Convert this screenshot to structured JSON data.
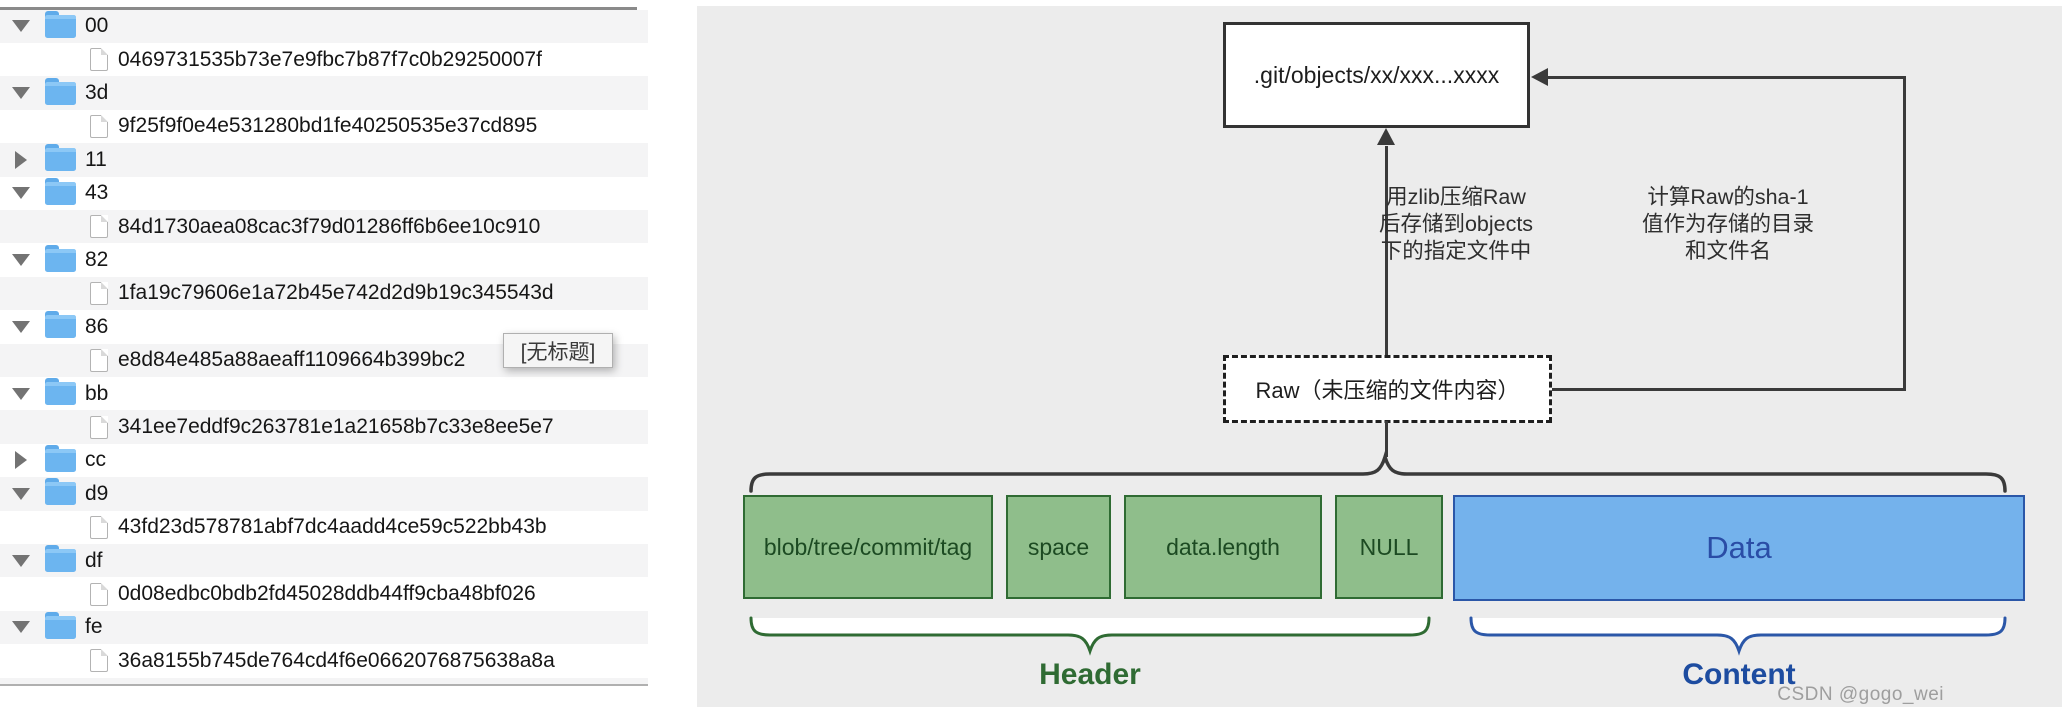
{
  "file_tree": {
    "rows": [
      {
        "kind": "folder",
        "label": "00",
        "expanded": true,
        "shade": true
      },
      {
        "kind": "file",
        "label": "0469731535b73e7e9fbc7b87f7c0b29250007f",
        "shade": false
      },
      {
        "kind": "folder",
        "label": "3d",
        "expanded": true,
        "shade": true
      },
      {
        "kind": "file",
        "label": "9f25f9f0e4e531280bd1fe40250535e37cd895",
        "shade": false
      },
      {
        "kind": "folder",
        "label": "11",
        "expanded": false,
        "shade": true
      },
      {
        "kind": "folder",
        "label": "43",
        "expanded": true,
        "shade": false
      },
      {
        "kind": "file",
        "label": "84d1730aea08cac3f79d01286ff6b6ee10c910",
        "shade": true
      },
      {
        "kind": "folder",
        "label": "82",
        "expanded": true,
        "shade": false
      },
      {
        "kind": "file",
        "label": "1fa19c79606e1a72b45e742d2d9b19c345543d",
        "shade": true
      },
      {
        "kind": "folder",
        "label": "86",
        "expanded": true,
        "shade": false
      },
      {
        "kind": "file",
        "label": "e8d84e485a88aeaff1109664b399bc2",
        "shade": true
      },
      {
        "kind": "folder",
        "label": "bb",
        "expanded": true,
        "shade": false
      },
      {
        "kind": "file",
        "label": "341ee7eddf9c263781e1a21658b7c33e8ee5e7",
        "shade": true
      },
      {
        "kind": "folder",
        "label": "cc",
        "expanded": false,
        "shade": false
      },
      {
        "kind": "folder",
        "label": "d9",
        "expanded": true,
        "shade": true
      },
      {
        "kind": "file",
        "label": "43fd23d578781abf7dc4aadd4ce59c522bb43b",
        "shade": false
      },
      {
        "kind": "folder",
        "label": "df",
        "expanded": true,
        "shade": true
      },
      {
        "kind": "file",
        "label": "0d08edbc0bdb2fd45028ddb44ff9cba48bf026",
        "shade": false
      },
      {
        "kind": "folder",
        "label": "fe",
        "expanded": true,
        "shade": true
      },
      {
        "kind": "file",
        "label": "36a8155b745de764cd4f6e0662076875638a8a",
        "shade": false
      }
    ]
  },
  "tooltip": {
    "text": "[无标题]"
  },
  "diagram": {
    "git_path_box": ".git/objects/xx/xxx...xxxx",
    "raw_box": "Raw（未压缩的文件内容）",
    "zlib_note": {
      "line1": "用zlib压缩Raw",
      "line2": "后存储到objects",
      "line3": "下的指定文件中"
    },
    "sha_note": {
      "line1": "计算Raw的sha-1",
      "line2": "值作为存储的目录",
      "line3": "和文件名"
    },
    "header_cells": [
      "blob/tree/commit/tag",
      "space",
      "data.length",
      "NULL"
    ],
    "data_cell": "Data",
    "header_label": "Header",
    "content_label": "Content",
    "colors": {
      "green_fill": "#8FBE8B",
      "green_border": "#2F6B33",
      "blue_fill": "#74B2EC",
      "blue_border": "#2B57A8",
      "header_text": "#2F6B33",
      "content_text": "#1D4CA0",
      "brace_dark": "#3A3A3A"
    }
  },
  "watermark": "CSDN @gogo_wei"
}
